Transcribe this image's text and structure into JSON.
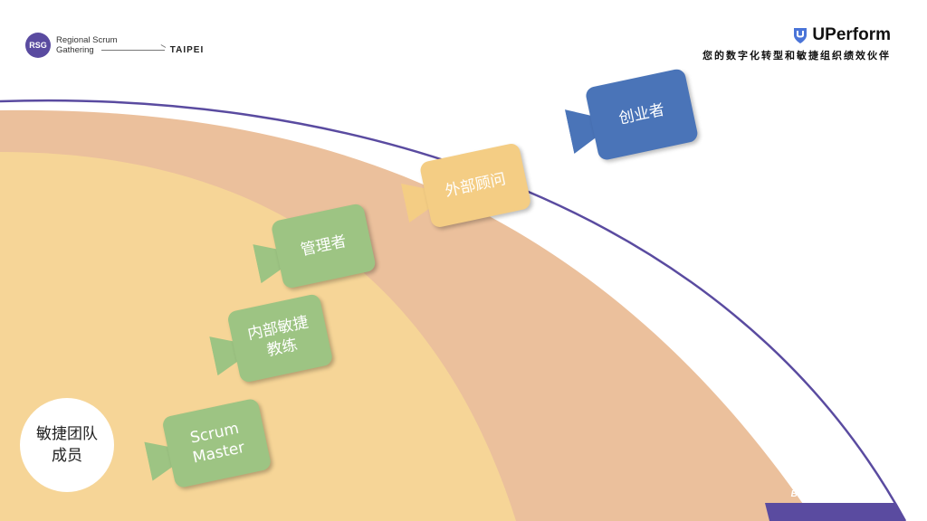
{
  "header": {
    "rsg_badge": "RSG",
    "rsg_line1": "Regional Scrum",
    "rsg_line2": "Gathering ",
    "rsg_city": "TAIPEI",
    "brand_name": "UPerform",
    "brand_tagline": "您的数字化转型和敏捷组织绩效伙伴"
  },
  "roles": {
    "founder": "创业者",
    "external_consultant": "外部顾问",
    "manager": "管理者",
    "internal_coach_line1": "内部敏捷",
    "internal_coach_line2": "教练",
    "scrum_master_line1": "Scrum",
    "scrum_master_line2": "Master"
  },
  "team_circle": {
    "line1": "敏捷团队",
    "line2": "成员"
  },
  "footer": {
    "slogan": "Be Agile! Run Scrum!"
  },
  "colors": {
    "outer_ring": "#ebc09c",
    "inner_area": "#f6d597",
    "arc_line": "#5a4ba0",
    "founder": "#4a74b8",
    "consultant": "#f4cd84",
    "green": "#9dc483",
    "footer_badge": "#5a4ba0"
  }
}
